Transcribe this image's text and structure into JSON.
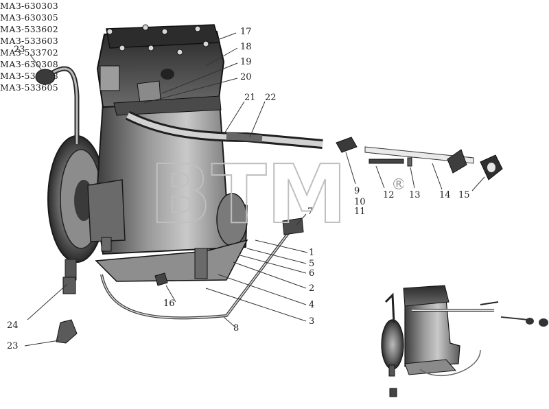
{
  "model_group_a": [
    "МАЗ-630303",
    "МАЗ-630305",
    "МАЗ-533602",
    "МАЗ-533603",
    "МАЗ-533702"
  ],
  "model_group_b": [
    "МАЗ-630308",
    "МАЗ-533608",
    "МАЗ-533605"
  ],
  "watermark": {
    "text": "BTM",
    "registered": "®"
  },
  "callouts": {
    "c1": "1",
    "c2": "2",
    "c3": "3",
    "c4": "4",
    "c5": "5",
    "c6": "6",
    "c7": "7",
    "c8": "8",
    "c9": "9",
    "c10": "10",
    "c11": "11",
    "c12": "12",
    "c13": "13",
    "c14": "14",
    "c15": "15",
    "c16": "16",
    "c17": "17",
    "c18": "18",
    "c19": "19",
    "c20": "20",
    "c21": "21",
    "c22": "22",
    "c23_top": "23",
    "c23_bottom": "23",
    "c24": "24"
  }
}
